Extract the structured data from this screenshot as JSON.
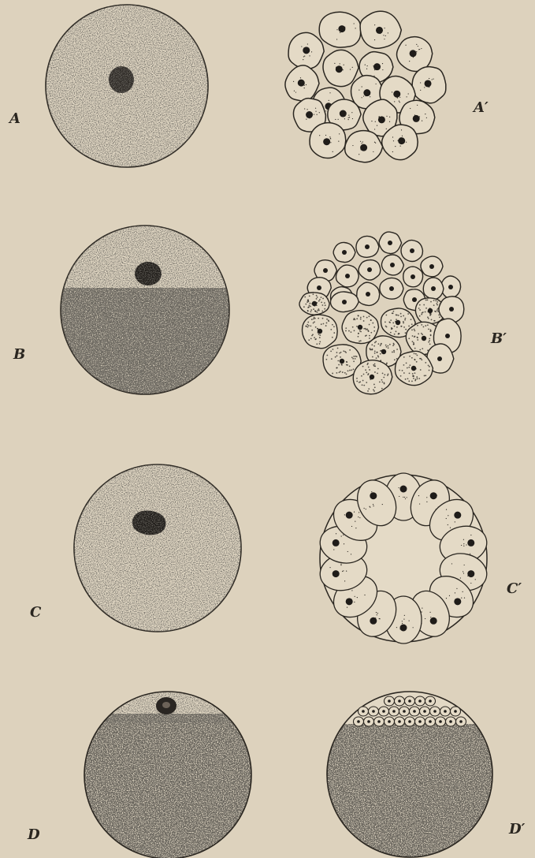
{
  "figure": {
    "panels": [
      {
        "label": "A",
        "kind": "egg",
        "yolk": "none"
      },
      {
        "label": "A′",
        "kind": "blastula",
        "yolk": "none"
      },
      {
        "label": "B",
        "kind": "egg",
        "yolk": "lower"
      },
      {
        "label": "B′",
        "kind": "blastula",
        "yolk": "lower"
      },
      {
        "label": "C",
        "kind": "egg",
        "yolk": "central"
      },
      {
        "label": "C′",
        "kind": "blastula",
        "yolk": "central"
      },
      {
        "label": "D",
        "kind": "egg",
        "yolk": "heavy"
      },
      {
        "label": "D′",
        "kind": "blastula",
        "yolk": "heavy"
      }
    ],
    "colors": {
      "paper": "#ddd2bd",
      "ink": "#2a2620",
      "cell_fill": "#e4dac6"
    }
  }
}
